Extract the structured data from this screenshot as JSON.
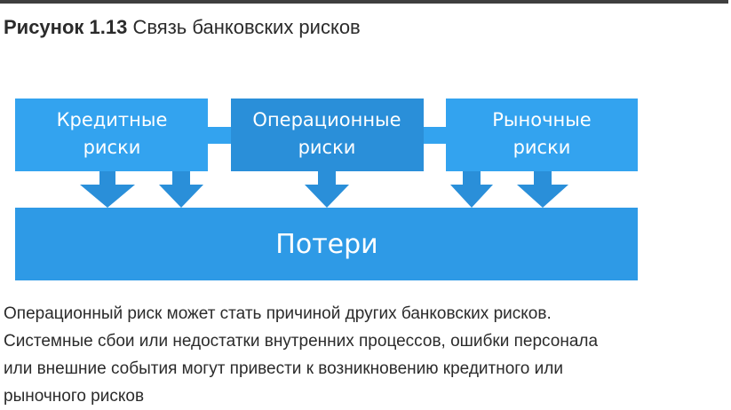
{
  "figure": {
    "number": "Рисунок 1.13",
    "title": "Связь банковских рисков"
  },
  "diagram": {
    "boxes": [
      {
        "line1": "Кредитные",
        "line2": "риски"
      },
      {
        "line1": "Операционные",
        "line2": "риски"
      },
      {
        "line1": "Рыночные",
        "line2": "риски"
      }
    ],
    "bottom_label": "Потери"
  },
  "caption": [
    "Операционный риск может стать причиной других банковских рисков.",
    "Системные сбои или недостатки внутренних процессов, ошибки персонала",
    "или внешние события могут привести к возникновению кредитного или",
    "рыночного рисков"
  ],
  "colors": {
    "box_light": "#33a3ef",
    "box_center": "#2a8fd9",
    "loss_bar": "#2e9ae6",
    "arrow": "#2a8fd9",
    "text_on_blue": "#ffffff"
  }
}
